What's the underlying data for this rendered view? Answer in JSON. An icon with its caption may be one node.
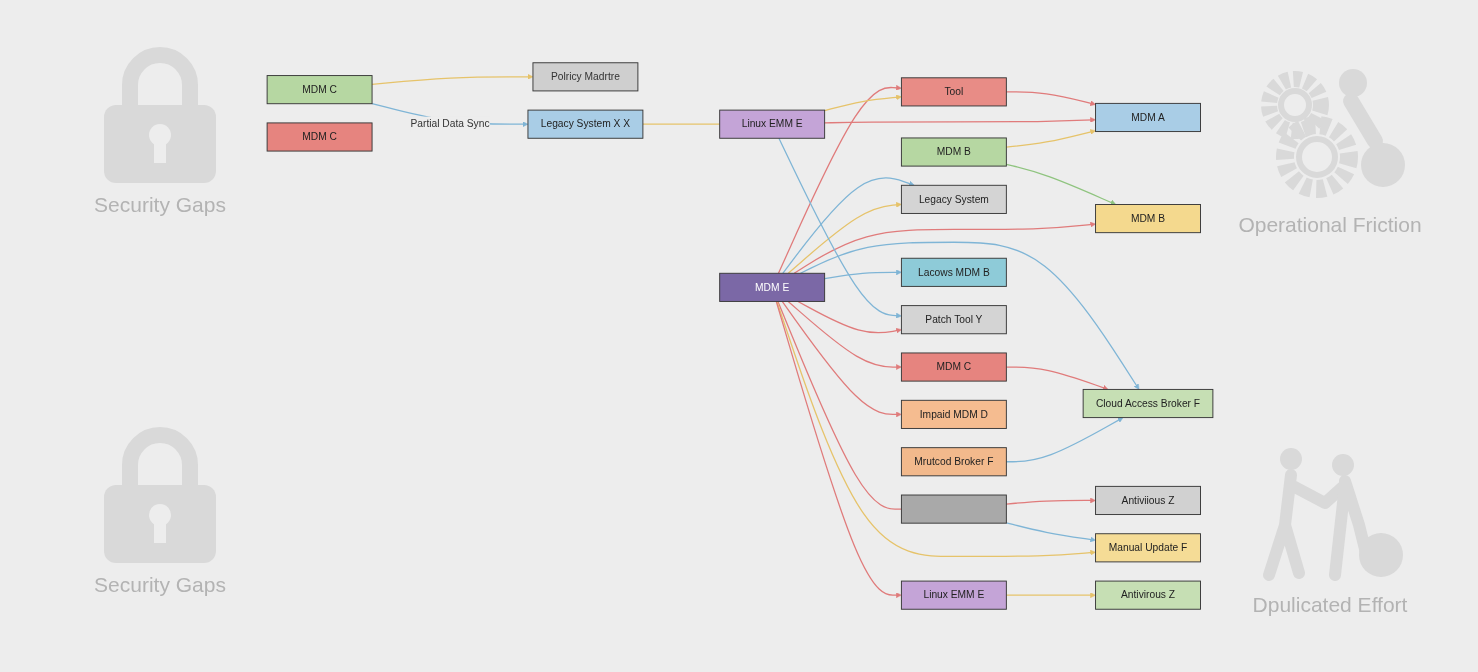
{
  "diagram": {
    "nodes": [
      {
        "text": [
          "MDM A"
        ]
      },
      {
        "text": [
          "Polricy Madrtre"
        ]
      },
      {
        "text": [
          "MDM B"
        ]
      },
      {
        "text": [
          "Cloud Access Broker F"
        ]
      },
      {
        "text": [
          "MDM B"
        ]
      },
      {
        "text": [
          "Tool"
        ]
      },
      {
        "text": [
          "MDM C"
        ]
      },
      {
        "text": [
          "Legacy System X X"
        ]
      },
      {
        "text": [
          "Legacy System"
        ]
      },
      {
        "text": [
          "MDM C"
        ]
      },
      {
        "text": [
          "MDM E"
        ]
      },
      {
        "text": [],
        "shape": "box"
      },
      {
        "text": [
          "Mrutcod Broker F"
        ]
      },
      {
        "text": [
          "Linux EMM E"
        ]
      },
      {
        "text": [
          "MDM C"
        ]
      },
      {
        "text": [
          "Manual Update F"
        ]
      },
      {
        "text": [
          "Antiviious Z"
        ]
      },
      {
        "text": [
          "Lacows MDM B"
        ]
      },
      {
        "text": [
          "Patch Tool Y"
        ]
      },
      {
        "text": [
          "Linux EMM E"
        ]
      },
      {
        "text": [
          "Impaid MDM D"
        ]
      },
      {
        "text": [
          "Antivirous Z"
        ]
      }
    ],
    "edges": [
      {
        "from": 5,
        "to": 0,
        "arrow": "to",
        "color": "#e07b7b"
      },
      {
        "from": 13,
        "to": 0,
        "arrow": "to",
        "color": "#e07b7b"
      },
      {
        "from": 4,
        "to": 0,
        "arrow": "to",
        "color": "#e6c36a"
      },
      {
        "from": 9,
        "to": 1,
        "arrow": "to",
        "color": "#e6c36a"
      },
      {
        "from": 4,
        "to": 2,
        "arrow": "to",
        "color": "#8fc47f"
      },
      {
        "from": 10,
        "to": 2,
        "arrow": "to",
        "color": "#e07b7b"
      },
      {
        "from": 10,
        "to": 5,
        "arrow": "to",
        "color": "#e07b7b"
      },
      {
        "from": 9,
        "to": 7,
        "arrow": "to",
        "label": "Partial Data Sync",
        "color": "#7fb5d6"
      },
      {
        "from": 7,
        "to": 13,
        "arrow": "none",
        "color": "#e6c36a"
      },
      {
        "from": 10,
        "to": 3,
        "arrow": "to",
        "color": "#7fb5d6"
      },
      {
        "from": 6,
        "to": 3,
        "arrow": "to",
        "color": "#e07b7b"
      },
      {
        "from": 10,
        "to": 6,
        "arrow": "to",
        "color": "#e07b7b"
      },
      {
        "from": 12,
        "to": 3,
        "arrow": "to",
        "color": "#7fb5d6"
      },
      {
        "from": 10,
        "to": 8,
        "arrow": "to",
        "color": "#7fb5d6"
      },
      {
        "from": 10,
        "to": 8,
        "arrow": "to",
        "color": "#e6c36a"
      },
      {
        "from": 10,
        "to": 11,
        "arrow": "none",
        "color": "#e07b7b"
      },
      {
        "from": 11,
        "to": 16,
        "arrow": "to",
        "color": "#e07b7b"
      },
      {
        "from": 11,
        "to": 15,
        "arrow": "to",
        "color": "#7fb5d6"
      },
      {
        "from": 10,
        "to": 15,
        "arrow": "to",
        "color": "#e6c36a"
      },
      {
        "from": 10,
        "to": 19,
        "arrow": "to",
        "color": "#e07b7b"
      },
      {
        "from": 19,
        "to": 21,
        "arrow": "to",
        "color": "#e6c36a"
      },
      {
        "from": 10,
        "to": 20,
        "arrow": "to",
        "color": "#e07b7b"
      },
      {
        "from": 10,
        "to": 17,
        "arrow": "to",
        "color": "#7fb5d6"
      },
      {
        "from": 13,
        "to": 18,
        "arrow": "to",
        "color": "#7fb5d6"
      },
      {
        "from": 10,
        "to": 18,
        "arrow": "to",
        "color": "#e07b7b"
      },
      {
        "from": 13,
        "to": 5,
        "arrow": "to",
        "color": "#e6c36a"
      }
    ],
    "labels": [
      "Security Gaps",
      "Operational Friction",
      "Security Gaps",
      "Dpulicated Effort"
    ]
  }
}
